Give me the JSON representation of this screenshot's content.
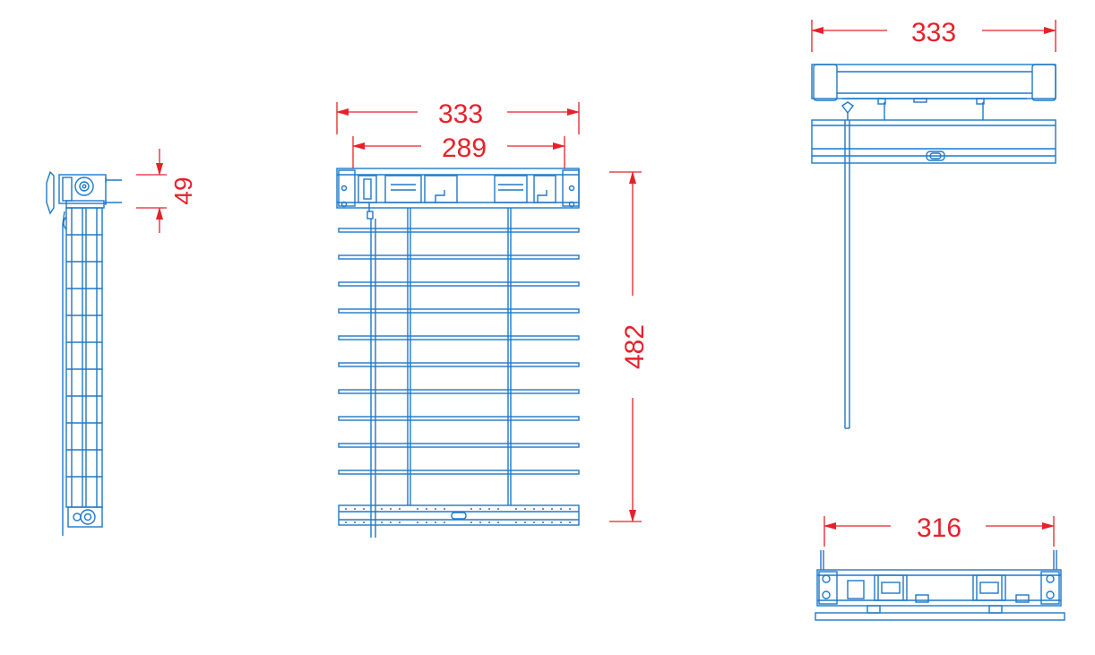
{
  "colors": {
    "background": "#ffffff",
    "part_line": "#1f78c8",
    "dimension": "#e8202a"
  },
  "views": {
    "side": {
      "dim_height": "49"
    },
    "front": {
      "dim_overall_width": "333",
      "dim_inner_width": "289",
      "dim_height": "482"
    },
    "top": {
      "dim_width": "333"
    },
    "bottom": {
      "dim_width": "316"
    }
  }
}
